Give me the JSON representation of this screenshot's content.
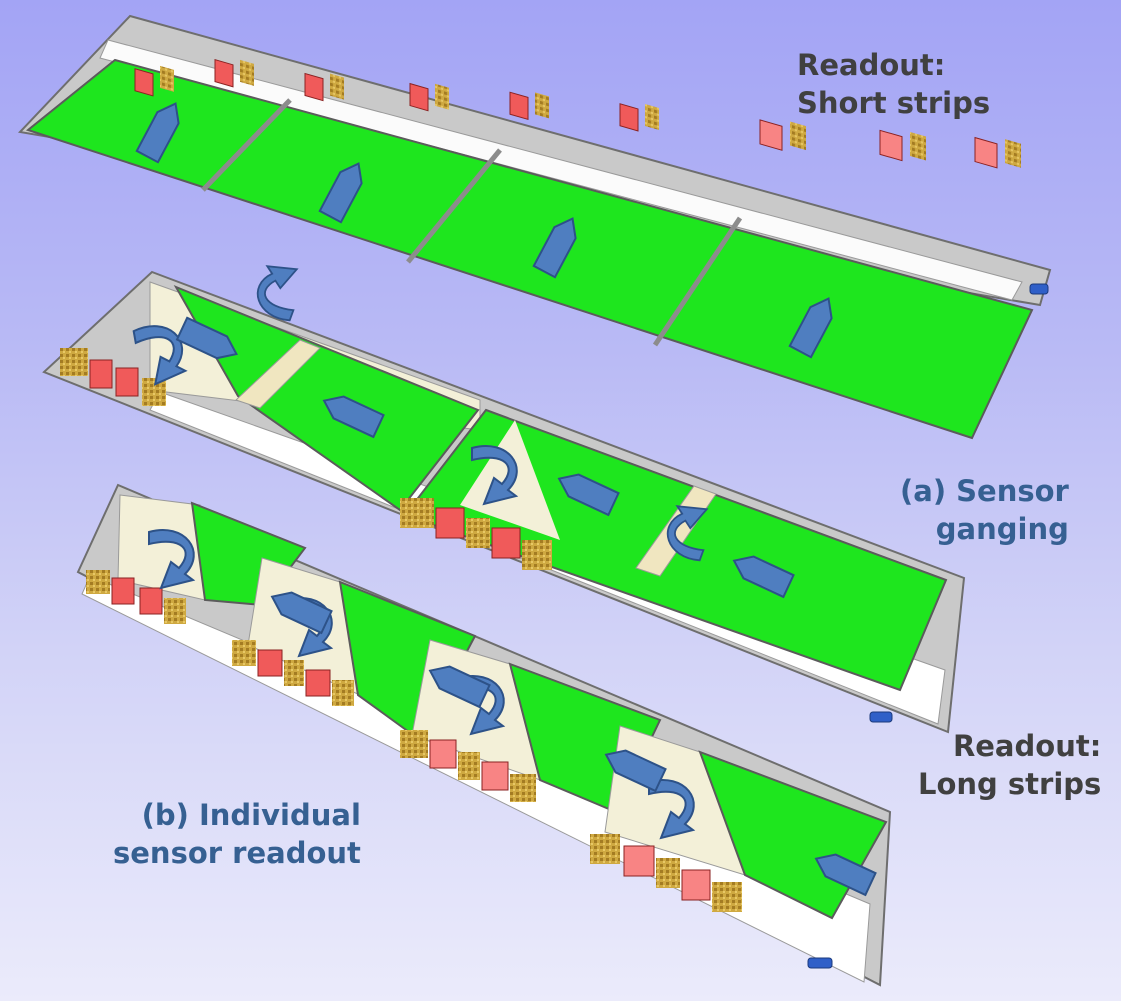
{
  "labels": {
    "short": {
      "line1": "Readout:",
      "line2": "Short strips"
    },
    "ganging": {
      "line1": "(a) Sensor",
      "line2": "ganging"
    },
    "long": {
      "line1": "Readout:",
      "line2": "Long strips"
    },
    "individual": {
      "line1": "(b) Individual",
      "line2": "sensor readout"
    }
  },
  "colors": {
    "background_top": "#a3a4f5",
    "background_bottom": "#ebebfb",
    "sensor": "#1ee61e",
    "hybrid": "#fdfdfd",
    "chip": "#f05a5a",
    "chip_light": "#f88484",
    "connector": "#c8a23a",
    "arrow": "#4f7ec0",
    "cooling_pipe": "#2f5fc8",
    "label_dark": "#404040",
    "label_blue": "#366092"
  },
  "icons": {
    "arrow": "block-arrow-icon",
    "curved_arrow": "curved-arrow-icon",
    "pipe": "cooling-pipe-icon"
  }
}
